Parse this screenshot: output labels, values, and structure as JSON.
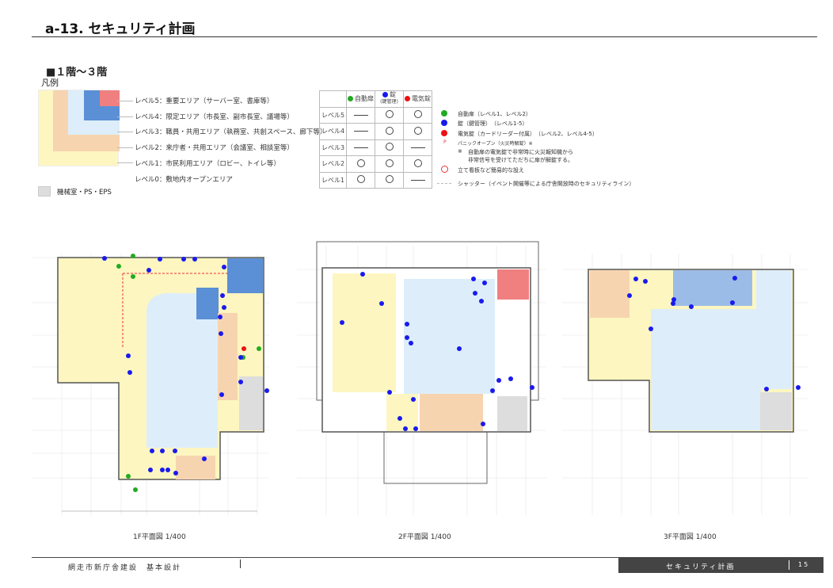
{
  "header": {
    "title": "a-13. セキュリティ計画"
  },
  "section": {
    "subtitle": "■１階～３階",
    "legend_label": "凡例"
  },
  "levels": [
    {
      "label": "レベル5：重要エリア（サーバー室、書庫等）",
      "color": "#f08080"
    },
    {
      "label": "レベル4：限定エリア（市長室、副市長室、議場等）",
      "color": "#5b8fd6"
    },
    {
      "label": "レベル3：職員・共用エリア（執務室、共創スペース、廊下等）",
      "color": "#ddeefa"
    },
    {
      "label": "レベル2：来庁者・共用エリア（会議室、相談室等）",
      "color": "#f7d4b0"
    },
    {
      "label": "レベル1：市民利用エリア（ロビー、トイレ等）",
      "color": "#fdf6c0"
    },
    {
      "label": "レベル0：敷地内オープンエリア"
    }
  ],
  "mechanical": {
    "label": "機械室・PS・EPS",
    "color": "#dddddd"
  },
  "lock_table": {
    "columns": [
      {
        "label": "自動扉",
        "color": "#22aa22"
      },
      {
        "label": "錠",
        "sub": "(鍵管理)",
        "color": "#1a1aee"
      },
      {
        "label": "電気錠",
        "color": "#ee1111"
      }
    ],
    "rows": [
      {
        "level": "レベル5",
        "values": [
          "—",
          "○",
          "○"
        ]
      },
      {
        "level": "レベル4",
        "values": [
          "—",
          "○",
          "○"
        ]
      },
      {
        "level": "レベル3",
        "values": [
          "—",
          "○",
          "—"
        ]
      },
      {
        "level": "レベル2",
        "values": [
          "○",
          "○",
          "○"
        ]
      },
      {
        "level": "レベル1",
        "values": [
          "○",
          "○",
          "—"
        ]
      }
    ]
  },
  "symbols": {
    "auto_door": "自動扉（レベル1、レベル2）",
    "lock": "錠（鍵管理）　（レベル1-5）",
    "electric_lock": "電気錠（カードリーダー付属）　（レベル2、レベル4-5）",
    "panic_mark": "P",
    "panic": "パニックオープン（火災時解錠）※",
    "note_mark": "※",
    "note_line1": "自動扉の電気錠で非常時に火災報知機から",
    "note_line2": "非常信号を受けてただちに扉が解錠する。",
    "sign": "立て看板など簡易的な設え",
    "shutter": "シャッター（イベント開催等による庁舎開放時のセキュリティライン）"
  },
  "plans": [
    {
      "caption": "1F平面図  1/400"
    },
    {
      "caption": "2F平面図  1/400"
    },
    {
      "caption": "3F平面図  1/400"
    }
  ],
  "footer": {
    "project": "網走市新庁舎建設　基本設計",
    "section": "セキュリティ計画",
    "page": "15",
    "bar_color": "#444444"
  }
}
